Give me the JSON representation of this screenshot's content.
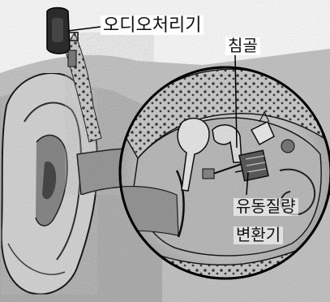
{
  "labels": {
    "audio_processor": "오디오처리기",
    "incus": "침골",
    "fmt_line1": "유동질량",
    "fmt_line2": "변환기"
  },
  "colors": {
    "ink": "#111111",
    "skin_light": "#d6d6d6",
    "skin_mid": "#a9a9a9",
    "skin_dark": "#5e5e5e",
    "bone": "#e9e9e9",
    "cavity": "#bdbdbd",
    "device": "#2b2b2b"
  }
}
